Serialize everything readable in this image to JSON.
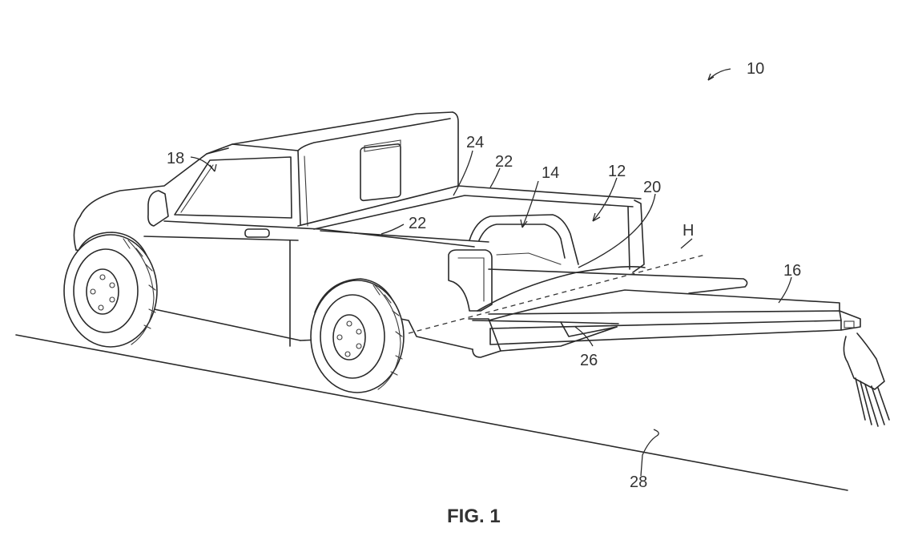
{
  "figure": {
    "caption": "FIG. 1",
    "colors": {
      "line": "#2a2a2a",
      "background": "#ffffff"
    },
    "labels": {
      "vehicle": "10",
      "bed": "12",
      "cavity": "14",
      "beam": "16",
      "cab": "18",
      "seam": "20",
      "side_wall_far": "22",
      "side_wall_near": "22",
      "front_wall": "24",
      "tailgate": "26",
      "ground": "28",
      "axis": "H"
    }
  }
}
